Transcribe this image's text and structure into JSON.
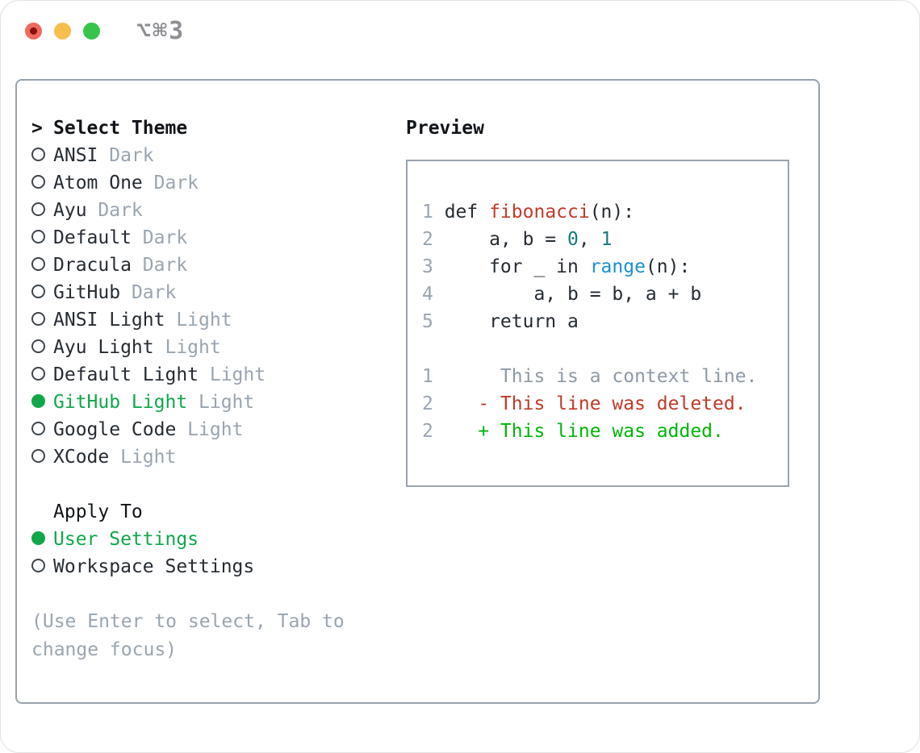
{
  "window": {
    "shortcut_label": "⌥⌘3",
    "traffic_lights": {
      "red": "#f0695e",
      "yellow": "#f6be4d",
      "green": "#37c34c"
    }
  },
  "colors": {
    "selected_green": "#10a74b",
    "added_green": "#00b408",
    "deleted_red": "#c13a28",
    "function_red": "#c13a28",
    "number_teal": "#177a7c",
    "builtin_blue": "#1d8fd2",
    "muted_gray": "#9aa5b1",
    "border_gray": "#99a3ae"
  },
  "theme_picker": {
    "title_prefix": ">",
    "title": "Select Theme",
    "themes": [
      {
        "name": "ANSI",
        "tag": "Dark",
        "selected": false
      },
      {
        "name": "Atom One",
        "tag": "Dark",
        "selected": false
      },
      {
        "name": "Ayu",
        "tag": "Dark",
        "selected": false
      },
      {
        "name": "Default",
        "tag": "Dark",
        "selected": false
      },
      {
        "name": "Dracula",
        "tag": "Dark",
        "selected": false
      },
      {
        "name": "GitHub",
        "tag": "Dark",
        "selected": false
      },
      {
        "name": "ANSI Light",
        "tag": "Light",
        "selected": false
      },
      {
        "name": "Ayu Light",
        "tag": "Light",
        "selected": false
      },
      {
        "name": "Default Light",
        "tag": "Light",
        "selected": false
      },
      {
        "name": "GitHub Light",
        "tag": "Light",
        "selected": true
      },
      {
        "name": "Google Code",
        "tag": "Light",
        "selected": false
      },
      {
        "name": "XCode",
        "tag": "Light",
        "selected": false
      }
    ],
    "apply_to": {
      "title": "Apply To",
      "options": [
        {
          "name": "User Settings",
          "selected": true
        },
        {
          "name": "Workspace Settings",
          "selected": false
        }
      ]
    },
    "hint": "(Use Enter to select, Tab to change focus)"
  },
  "preview": {
    "title": "Preview",
    "lines": [
      {
        "num": "1",
        "tokens": [
          {
            "c": "plain",
            "t": "def "
          },
          {
            "c": "red",
            "t": "fibonacci"
          },
          {
            "c": "plain",
            "t": "(n):"
          }
        ]
      },
      {
        "num": "2",
        "tokens": [
          {
            "c": "plain",
            "t": "    a, b = "
          },
          {
            "c": "teal",
            "t": "0"
          },
          {
            "c": "plain",
            "t": ", "
          },
          {
            "c": "teal",
            "t": "1"
          }
        ]
      },
      {
        "num": "3",
        "tokens": [
          {
            "c": "plain",
            "t": "    for _ in "
          },
          {
            "c": "blue",
            "t": "range"
          },
          {
            "c": "plain",
            "t": "(n):"
          }
        ]
      },
      {
        "num": "4",
        "tokens": [
          {
            "c": "plain",
            "t": "        a, b = b, a + b"
          }
        ]
      },
      {
        "num": "5",
        "tokens": [
          {
            "c": "plain",
            "t": "    return a"
          }
        ]
      },
      {
        "num": "",
        "tokens": []
      },
      {
        "num": "1",
        "tokens": [
          {
            "c": "gray",
            "t": "     This is a context line."
          }
        ]
      },
      {
        "num": "2",
        "tokens": [
          {
            "c": "del",
            "t": "   - This line was deleted."
          }
        ]
      },
      {
        "num": "2",
        "tokens": [
          {
            "c": "add",
            "t": "   + This line was added."
          }
        ]
      }
    ]
  }
}
